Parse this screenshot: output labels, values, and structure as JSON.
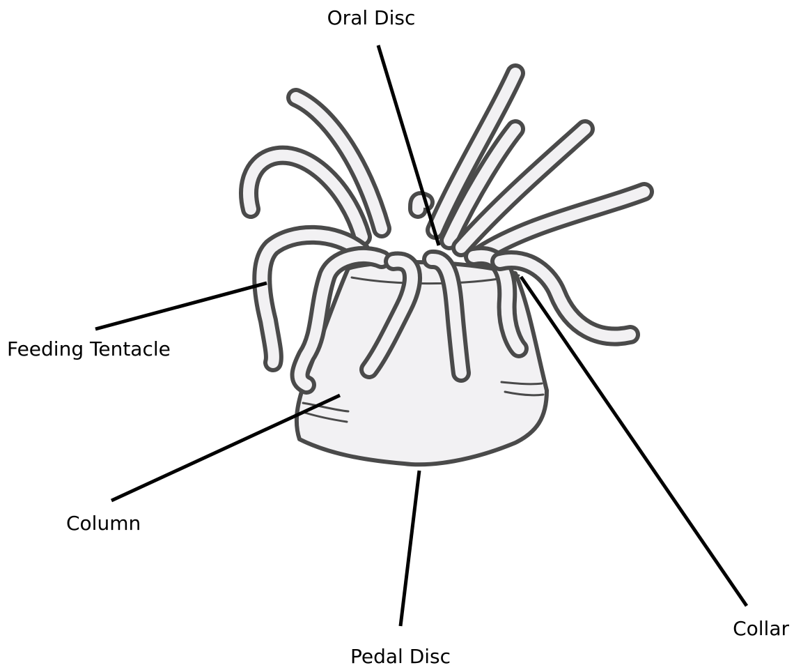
{
  "labels": {
    "oral_disc": "Oral Disc",
    "feeding_tentacle": "Feeding Tentacle",
    "column": "Column",
    "pedal_disc": "Pedal Disc",
    "collar": "Collar"
  },
  "colors": {
    "outline": "#4a4a4a",
    "body_fill": "#f2f1f3",
    "leader_line": "#000000",
    "background": "#ffffff"
  }
}
